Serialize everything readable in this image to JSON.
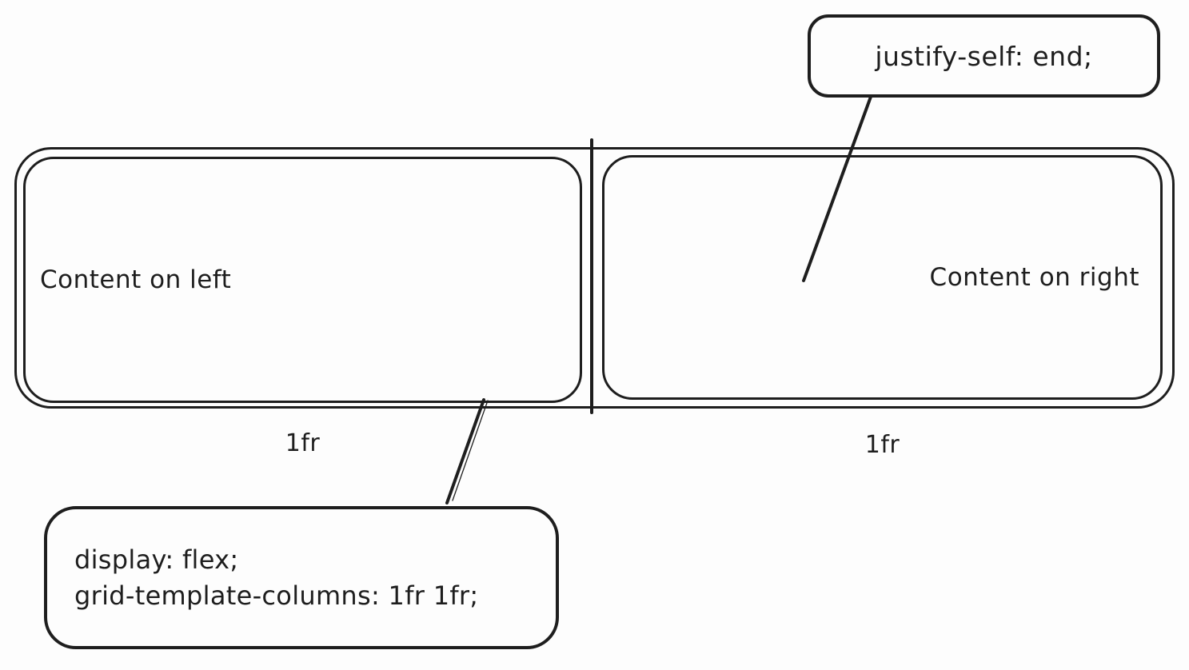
{
  "diagram": {
    "container": {
      "left_box": {
        "label": "Content on left",
        "track_label": "1fr"
      },
      "right_box": {
        "label": "Content on right",
        "track_label": "1fr"
      }
    },
    "callouts": {
      "top_right": {
        "text": "justify-self: end;"
      },
      "bottom_left": {
        "line1": "display: flex;",
        "line2": "grid-template-columns: 1fr 1fr;"
      }
    },
    "colors": {
      "stroke": "#1e1e1e",
      "background": "#fdfdfd"
    }
  }
}
